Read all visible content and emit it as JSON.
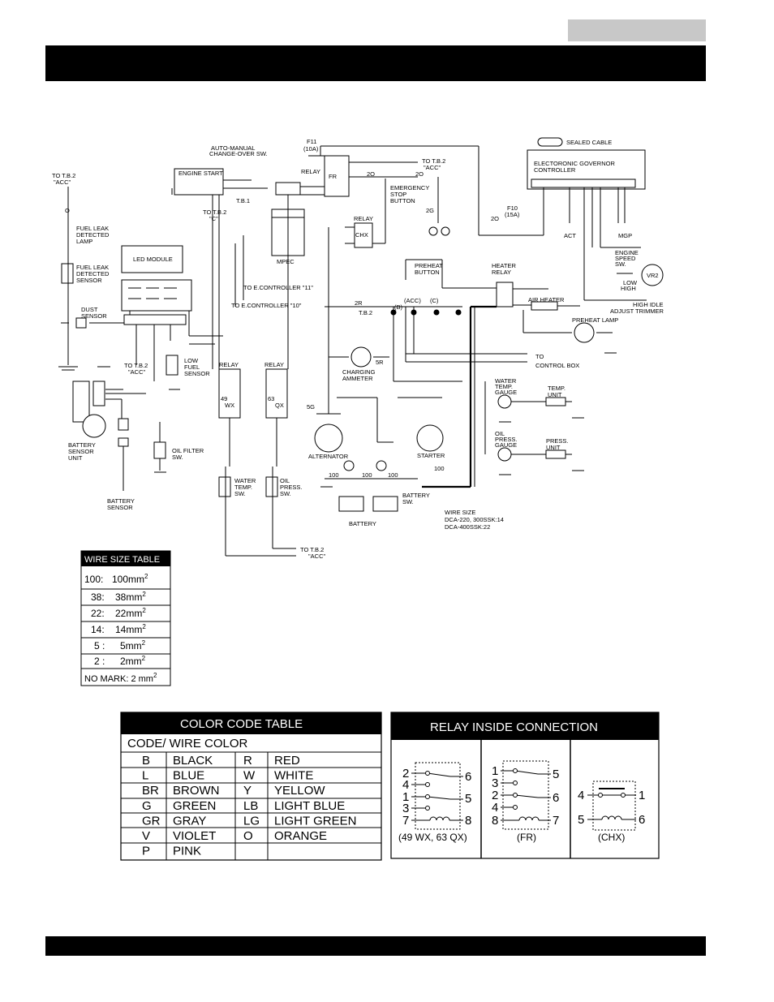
{
  "labels": {
    "to_tb2_acc": "TO T.B.2",
    "acc_q": "\"ACC\"",
    "fuel_leak_lamp": [
      "FUEL LEAK",
      "DETECTED",
      "LAMP"
    ],
    "fuel_leak_sensor": [
      "FUEL LEAK",
      "DETECTED",
      "SENSOR"
    ],
    "led_module": "LED MODULE",
    "dust_sensor": [
      "DUST",
      "SENSOR"
    ],
    "engine_start": "ENGINE START",
    "tb1": "T.B.1",
    "auto_manual": [
      "AUTO-MANUAL",
      "CHANGE-OVER SW."
    ],
    "f11": [
      "F11",
      "(10A)"
    ],
    "relay": "RELAY",
    "fr": "FR",
    "to_tb2_c": "TO T.B.2",
    "c_q": "\"C\"",
    "mpec": "MPEC",
    "to_ec11": "TO E.CONTROLLER \"11\"",
    "to_ec10": "TO E.CONTROLLER \"10\"",
    "emergency": [
      "EMERGENCY",
      "STOP",
      "BUTTON"
    ],
    "sealed_cable": "SEALED CABLE",
    "governor": [
      "ELECTORONIC GOVERNOR",
      "CONTROLLER"
    ],
    "f10": [
      "F10",
      "(15A)"
    ],
    "act": "ACT",
    "mgp": "MGP",
    "engine_speed_sw": [
      "ENGINE",
      "SPEED",
      "SW."
    ],
    "vr2": "VR2",
    "low_high": [
      "LOW",
      "HIGH"
    ],
    "high_idle": [
      "HIGH IDLE",
      "ADJUST TRIMMER"
    ],
    "chx": "CHX",
    "preheat_button": [
      "PREHEAT",
      "BUTTON"
    ],
    "heater_relay": [
      "HEATER",
      "RELAY"
    ],
    "air_heater": "AIR HEATER",
    "preheat_lamp": "PREHEAT LAMP",
    "tb2": "T.B.2",
    "acc": "(ACC)",
    "c": "(C)",
    "b": "(B)",
    "to_control_box": [
      "TO",
      "CONTROL BOX"
    ],
    "charging_ammeter": [
      "CHARGING",
      "AMMETER"
    ],
    "low_fuel_sensor": [
      "LOW",
      "FUEL",
      "SENSOR"
    ],
    "battery_sensor_unit": [
      "BATTERY",
      "SENSOR",
      "UNIT"
    ],
    "battery_sensor": [
      "BATTERY",
      "SENSOR"
    ],
    "oil_filter_sw": [
      "OIL FILTER",
      "SW."
    ],
    "water_temp_sw": [
      "WATER",
      "TEMP.",
      "SW."
    ],
    "oil_press_sw": [
      "OIL",
      "PRESS.",
      "SW."
    ],
    "alternator": "ALTERNATOR",
    "starter": "STARTER",
    "battery": "BATTERY",
    "battery_sw": [
      "BATTERY",
      "SW."
    ],
    "water_temp_gauge": [
      "WATER",
      "TEMP.",
      "GAUGE"
    ],
    "temp_unit": [
      "TEMP.",
      "UNIT"
    ],
    "oil_press_gauge": [
      "OIL",
      "PRESS.",
      "GAUGE"
    ],
    "press_unit": [
      "PRESS.",
      "UNIT"
    ],
    "wire_size_note": [
      "WIRE SIZE",
      "DCA-220, 300SSK:14",
      "DCA-400SSK:22"
    ],
    "wx": "WX",
    "qx": "QX",
    "n49": "49",
    "n63": "63",
    "n100": "100",
    "n5g": "5G",
    "n5r": "5R",
    "n2r": "2R",
    "n2o": "2O",
    "n2g": "2G"
  },
  "wire_size_table": {
    "title": "WIRE SIZE TABLE",
    "rows": [
      {
        "code": "100:",
        "size": "100mm"
      },
      {
        "code": "38:",
        "size": "38mm"
      },
      {
        "code": "22:",
        "size": "22mm"
      },
      {
        "code": "14:",
        "size": "14mm"
      },
      {
        "code": "5 :",
        "size": "5mm"
      },
      {
        "code": "2 :",
        "size": "2mm"
      }
    ],
    "sup": "2",
    "no_mark": "NO MARK: 2 mm"
  },
  "color_code_table": {
    "title": "COLOR CODE TABLE",
    "header": "CODE/ WIRE COLOR",
    "rows": [
      [
        "B",
        "BLACK",
        "R",
        "RED"
      ],
      [
        "L",
        "BLUE",
        "W",
        "WHITE"
      ],
      [
        "BR",
        "BROWN",
        "Y",
        "YELLOW"
      ],
      [
        "G",
        "GREEN",
        "LB",
        "LIGHT BLUE"
      ],
      [
        "GR",
        "GRAY",
        "LG",
        "LIGHT GREEN"
      ],
      [
        "V",
        "VIOLET",
        "O",
        "ORANGE"
      ],
      [
        "P",
        "PINK",
        "",
        ""
      ]
    ]
  },
  "relay_table": {
    "title": "RELAY INSIDE CONNECTION",
    "captions": [
      "(49 WX, 63 QX)",
      "(FR)",
      "(CHX)"
    ],
    "wx_left": [
      "2",
      "4",
      "1",
      "3",
      "7"
    ],
    "wx_right": [
      "6",
      "5",
      "8"
    ],
    "fr_left": [
      "1",
      "3",
      "2",
      "4",
      "8"
    ],
    "fr_right": [
      "5",
      "6",
      "7"
    ],
    "chx": [
      "4",
      "1",
      "5",
      "6"
    ]
  }
}
